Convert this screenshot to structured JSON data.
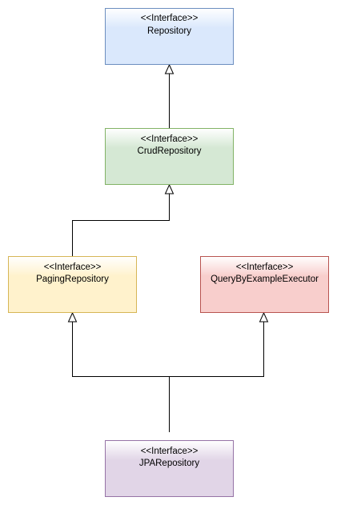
{
  "nodes": {
    "repository": {
      "stereotype": "<<Interface>>",
      "name": "Repository",
      "fill_top": "#ffffff",
      "fill_bottom": "#dae8fc",
      "border": "#6c8ebf"
    },
    "crud_repository": {
      "stereotype": "<<Interface>>",
      "name": "CrudRepository",
      "fill_top": "#ffffff",
      "fill_bottom": "#d5e8d4",
      "border": "#82b366"
    },
    "paging_repository": {
      "stereotype": "<<Interface>>",
      "name": "PagingRepository",
      "fill_top": "#ffffff",
      "fill_bottom": "#fff2cc",
      "border": "#d6b656"
    },
    "query_by_example_executor": {
      "stereotype": "<<Interface>>",
      "name": "QueryByExampleExecutor",
      "fill_top": "#ffffff",
      "fill_bottom": "#f8cecc",
      "border": "#b85450"
    },
    "jpa_repository": {
      "stereotype": "<<Interface>>",
      "name": "JPARepository",
      "fill_top": "#ffffff",
      "fill_bottom": "#e1d5e7",
      "border": "#9673a6"
    }
  },
  "edges": [
    {
      "from": "crud_repository",
      "to": "repository",
      "type": "generalization"
    },
    {
      "from": "paging_repository",
      "to": "crud_repository",
      "type": "generalization"
    },
    {
      "from": "jpa_repository",
      "to": "paging_repository",
      "type": "generalization"
    },
    {
      "from": "jpa_repository",
      "to": "query_by_example_executor",
      "type": "generalization"
    }
  ]
}
